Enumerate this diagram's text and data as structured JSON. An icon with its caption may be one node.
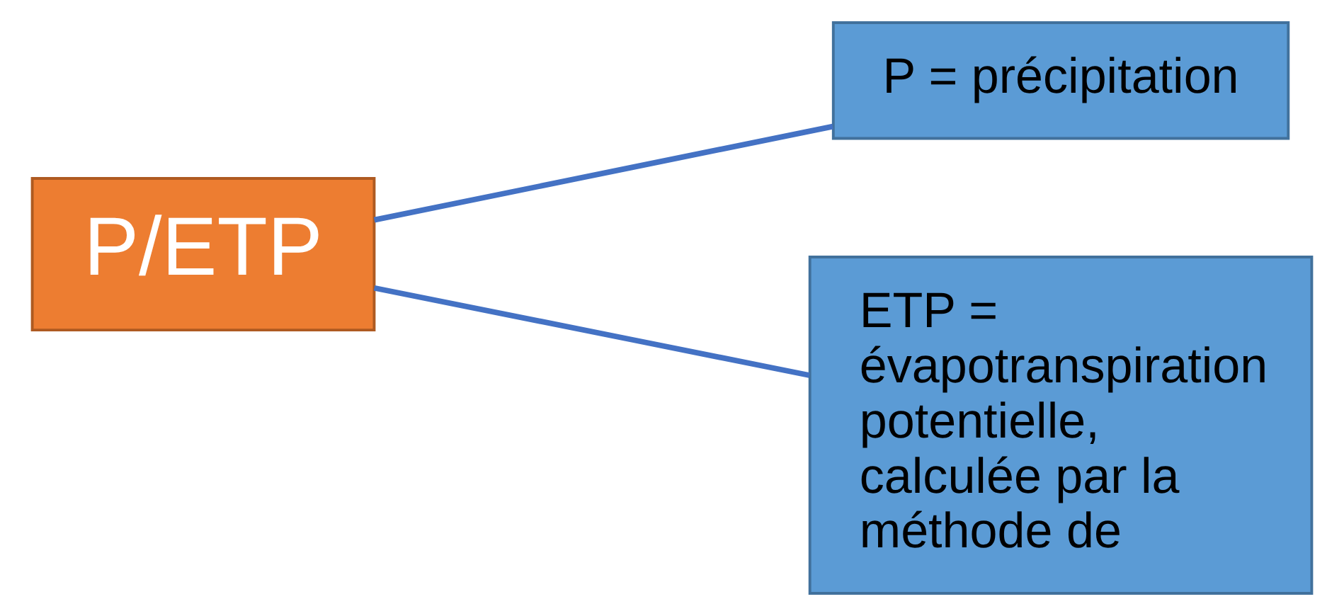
{
  "diagram": {
    "nodes": [
      {
        "text": [
          "P/ETP"
        ]
      },
      {
        "text": [
          "P = précipitation"
        ]
      },
      {
        "text": [
          "ETP = évapotranspiration potentielle, calculée par la méthode de"
        ]
      }
    ],
    "edges": [
      {
        "from": 0,
        "to": 1,
        "arrow": "none"
      },
      {
        "from": 0,
        "to": 2,
        "arrow": "none"
      }
    ]
  }
}
